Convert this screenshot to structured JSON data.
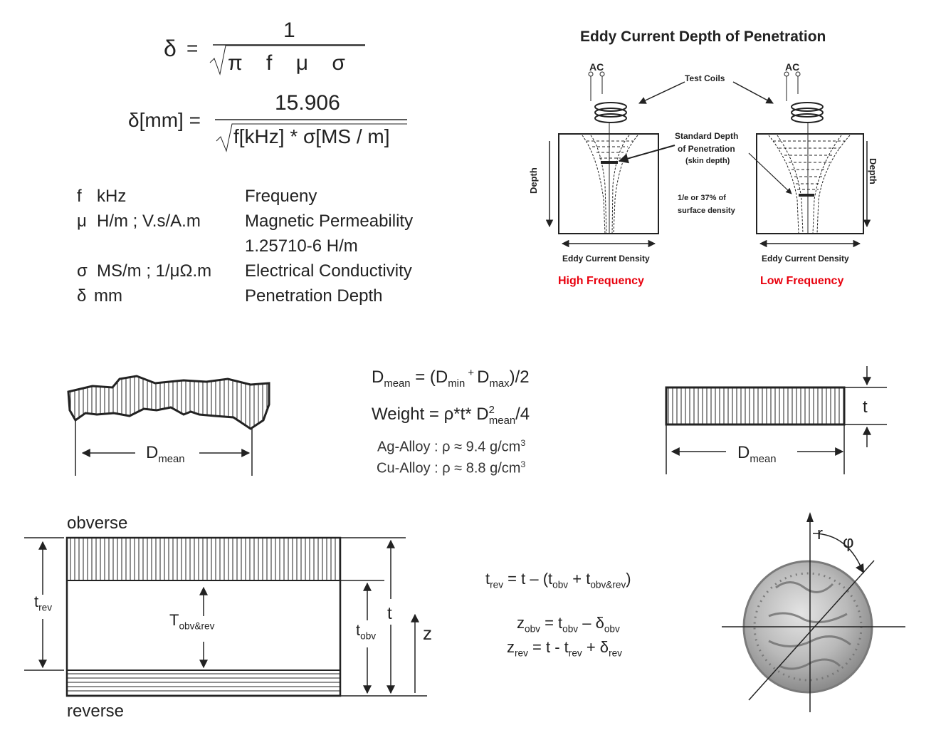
{
  "formula_top": {
    "lhs": "δ",
    "eq": "=",
    "numerator": "1",
    "denominator": "π    f    μ    σ"
  },
  "formula_mm": {
    "lhs": "δ[mm] =",
    "numerator": "15.906",
    "denominator": "f[kHz] * σ[MS / m]"
  },
  "legend": [
    {
      "symbol": "f",
      "unit": "kHz",
      "desc": "Frequeny"
    },
    {
      "symbol": "μ",
      "unit": "H/m ; V.s/A.m",
      "desc": "Magnetic Permeability"
    },
    {
      "symbol": "",
      "unit": "",
      "desc": "1.25710-6 H/m"
    },
    {
      "symbol": "σ",
      "unit": "MS/m ; 1/μΩ.m",
      "desc": "Electrical Conductivity"
    },
    {
      "symbol": "δ",
      "unit": "mm",
      "desc": "Penetration Depth"
    }
  ],
  "eddy": {
    "title": "Eddy Current Depth of Penetration",
    "ac_left": "AC",
    "ac_right": "AC",
    "test_coils": "Test Coils",
    "std_depth_1": "Standard Depth",
    "std_depth_2": "of Penetration",
    "std_depth_3": "(skin depth)",
    "density_1": "1/e or 37% of",
    "density_2": "surface density",
    "depth_left": "Depth",
    "depth_right": "Depth",
    "density_axis_left": "Eddy Current Density",
    "density_axis_right": "Eddy Current Density",
    "high_freq": "High Frequency",
    "low_freq": "Low Frequency",
    "red_color": "#e8000d"
  },
  "middle": {
    "d_left": {
      "main": "D",
      "sub": "mean"
    },
    "d_right": {
      "main": "D",
      "sub": "mean"
    },
    "t_label": "t",
    "dmean_eq": {
      "a": "D",
      "a_sub": "mean",
      "b": " = (D",
      "b_sub": "min",
      "plus": " + ",
      "c": "D",
      "c_sub": "max",
      "d": ")/2"
    },
    "weight_eq": {
      "a": "Weight = ρ*t* D",
      "sup": "2",
      "sub": "mean",
      "b": "/4"
    },
    "ag": {
      "text": "Ag-Alloy : ρ ≈ 9.4 g/cm",
      "sup": "3"
    },
    "cu": {
      "text": "Cu-Alloy : ρ ≈ 8.8 g/cm",
      "sup": "3"
    }
  },
  "bottom": {
    "obverse": "obverse",
    "reverse": "reverse",
    "t_rev": {
      "main": "t",
      "sub": "rev"
    },
    "T_obvrev": {
      "main": "T",
      "sub": "obv&rev"
    },
    "t_obv": {
      "main": "t",
      "sub": "obv"
    },
    "t": "t",
    "z": "z",
    "eq1": {
      "a": "t",
      "a_sub": "rev",
      "b": " = t – (t",
      "b_sub": "obv",
      "c": " + t",
      "c_sub": "obv&rev",
      "d": ")"
    },
    "eq2": {
      "a": "z",
      "a_sub": "obv",
      "b": " = t",
      "b_sub": "obv",
      "c": " – δ",
      "c_sub": "obv"
    },
    "eq3": {
      "a": "z",
      "a_sub": "rev",
      "b": " = t - t",
      "b_sub": "rev",
      "c": " + δ",
      "c_sub": "rev"
    },
    "r": "r",
    "phi": "φ"
  }
}
